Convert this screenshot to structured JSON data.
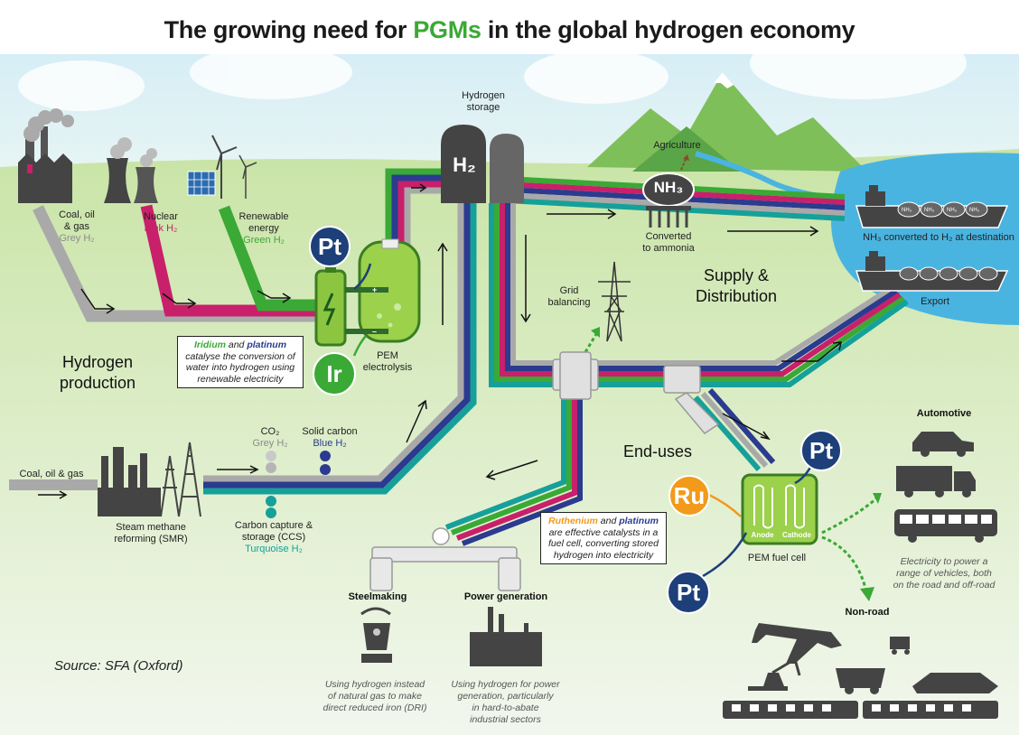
{
  "title": {
    "pre": "The growing need for ",
    "highlight": "PGMs",
    "post": " in the global hydrogen economy"
  },
  "sections": {
    "production_1": "Hydrogen",
    "production_2": "production",
    "supply_1": "Supply &",
    "supply_2": "Distribution",
    "end_uses": "End-uses"
  },
  "sources": {
    "coal_1": "Coal, oil",
    "coal_2": "& gas",
    "coal_grey": "Grey H₂",
    "nuclear": "Nuclear",
    "nuclear_pink": "Pink H₂",
    "renew_1": "Renewable",
    "renew_2": "energy",
    "renew_green": "Green H₂",
    "smr_input": "Coal, oil & gas",
    "smr_1": "Steam methane",
    "smr_2": "reforming (SMR)",
    "co2": "CO₂",
    "co2_grey": "Grey H₂",
    "solid_1": "Solid carbon",
    "solid_blue": "Blue H₂",
    "ccs_1": "Carbon capture &",
    "ccs_2": "storage (CCS)",
    "ccs_turq": "Turquoise H₂"
  },
  "electrolysis": {
    "label_1": "PEM",
    "label_2": "electrolysis",
    "box_iridium": "Iridium",
    "box_and": " and ",
    "box_platinum": "platinum",
    "box_line2": "catalyse the conversion of",
    "box_line3": "water into hydrogen using",
    "box_line4": "renewable electricity"
  },
  "storage": {
    "label_1": "Hydrogen",
    "label_2": "storage",
    "tank_label": "H₂"
  },
  "distribution": {
    "agriculture": "Agriculture",
    "nh3": "NH₃",
    "ammonia_1": "Converted",
    "ammonia_2": "to ammonia",
    "ship_top": "NH₃ converted to H₂ at destination",
    "export": "Export",
    "grid_1": "Grid",
    "grid_2": "balancing"
  },
  "fuel_cell": {
    "label": "PEM fuel cell",
    "anode": "Anode",
    "cathode": "Cathode",
    "box_ruthenium": "Ruthenium",
    "box_and": " and ",
    "box_platinum": "platinum",
    "box_line2": "are effective catalysts in a",
    "box_line3": "fuel cell, converting stored",
    "box_line4": "hydrogen into electricity"
  },
  "catalysts": {
    "pt": "Pt",
    "ir": "Ir",
    "ru": "Ru"
  },
  "end_uses": {
    "steel": "Steelmaking",
    "power": "Power generation",
    "steel_note_1": "Using hydrogen instead",
    "steel_note_2": "of natural gas to make",
    "steel_note_3": "direct reduced iron (DRI)",
    "power_note_1": "Using hydrogen for power",
    "power_note_2": "generation, particularly",
    "power_note_3": "in hard-to-abate",
    "power_note_4": "industrial sectors",
    "automotive": "Automotive",
    "non_road": "Non-road",
    "vehicle_note_1": "Electricity to power a",
    "vehicle_note_2": "range of vehicles, both",
    "vehicle_note_3": "on the road and off-road"
  },
  "source": "Source: SFA (Oxford)",
  "colors": {
    "grey": "#a9a9a9",
    "pink": "#c8206a",
    "green": "#3aa935",
    "navy": "#2b3b8f",
    "teal": "#16a09a",
    "badge_pt": "#1d3f7a",
    "badge_ir": "#3aa935",
    "badge_ru": "#f29a1b"
  }
}
